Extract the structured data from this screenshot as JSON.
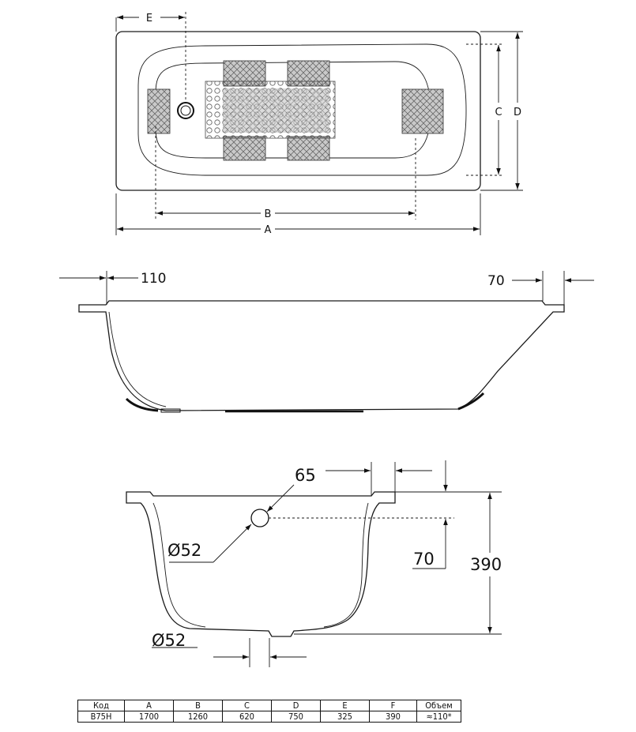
{
  "diagram": {
    "top_view": {
      "labels": {
        "e": "E",
        "c": "C",
        "d": "D",
        "b": "B",
        "a": "A"
      }
    },
    "side_view": {
      "labels": {
        "left_rim": "110",
        "right_rim": "70"
      }
    },
    "end_view": {
      "labels": {
        "rim_width": "65",
        "overflow_diameter": "Ø52",
        "overflow_height": "70",
        "depth": "390",
        "drain_diameter": "Ø52"
      }
    }
  },
  "spec_table": {
    "headers": [
      "Код",
      "A",
      "B",
      "C",
      "D",
      "E",
      "F",
      "Объем"
    ],
    "rows": [
      [
        "B75H",
        "1700",
        "1260",
        "620",
        "750",
        "325",
        "390",
        "≈110*"
      ]
    ]
  }
}
